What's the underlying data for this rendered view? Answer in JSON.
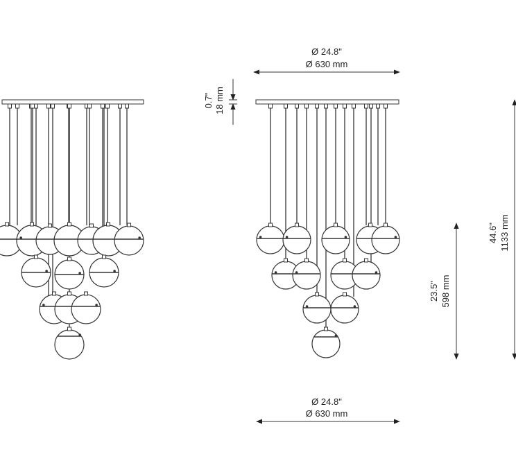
{
  "dimensions": {
    "top_width_in": "Ø 24.8\"",
    "top_width_mm": "Ø 630 mm",
    "bottom_width_in": "Ø 24.8\"",
    "bottom_width_mm": "Ø 630 mm",
    "canopy_height_in": "0.7\"",
    "canopy_height_mm": "18 mm",
    "cluster_height_in": "23.5\"",
    "cluster_height_mm": "598 mm",
    "total_height_in": "44.6\"",
    "total_height_mm": "1133 mm"
  }
}
